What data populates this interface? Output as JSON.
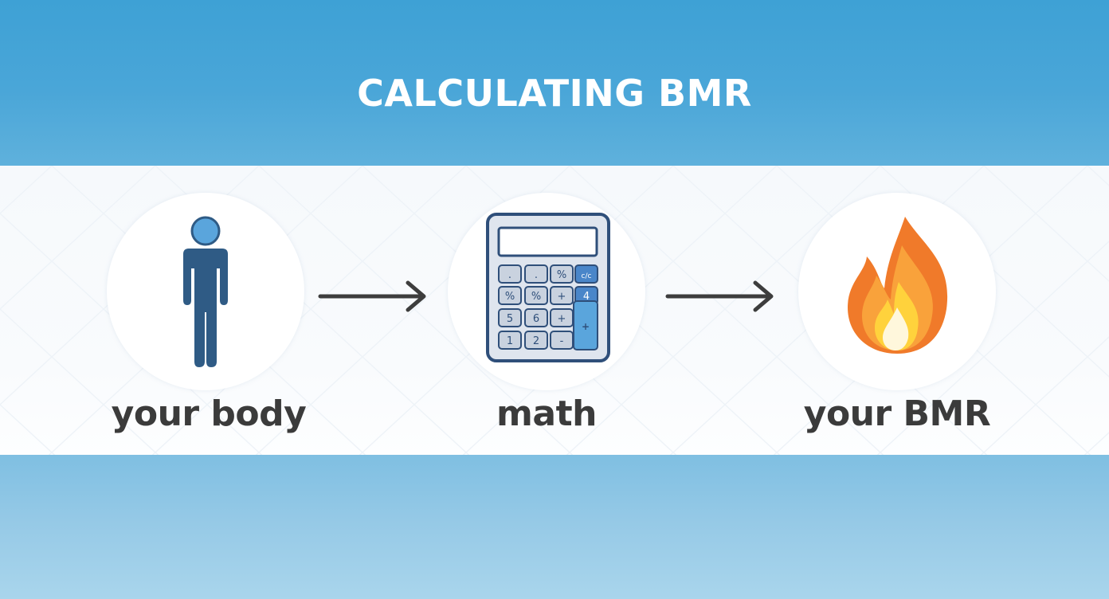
{
  "title": "CALCULATING BMR",
  "steps": [
    {
      "label": "your body",
      "icon": "person-icon"
    },
    {
      "label": "math",
      "icon": "calculator-icon"
    },
    {
      "label": "your BMR",
      "icon": "flame-icon"
    }
  ],
  "calculator": {
    "keys": [
      ".",
      ".",
      "%",
      "c/c",
      "%",
      "%",
      "+",
      "4",
      "5",
      "6",
      "+",
      "1",
      "2",
      "-"
    ]
  },
  "colors": {
    "header": "#3ea1d5",
    "person": "#2f5b85",
    "calculator_outline": "#2f4f7a",
    "arrow": "#3d3d3d",
    "flame_outer": "#f07a2a",
    "flame_inner": "#ffd23c",
    "label": "#3b3b3b"
  }
}
